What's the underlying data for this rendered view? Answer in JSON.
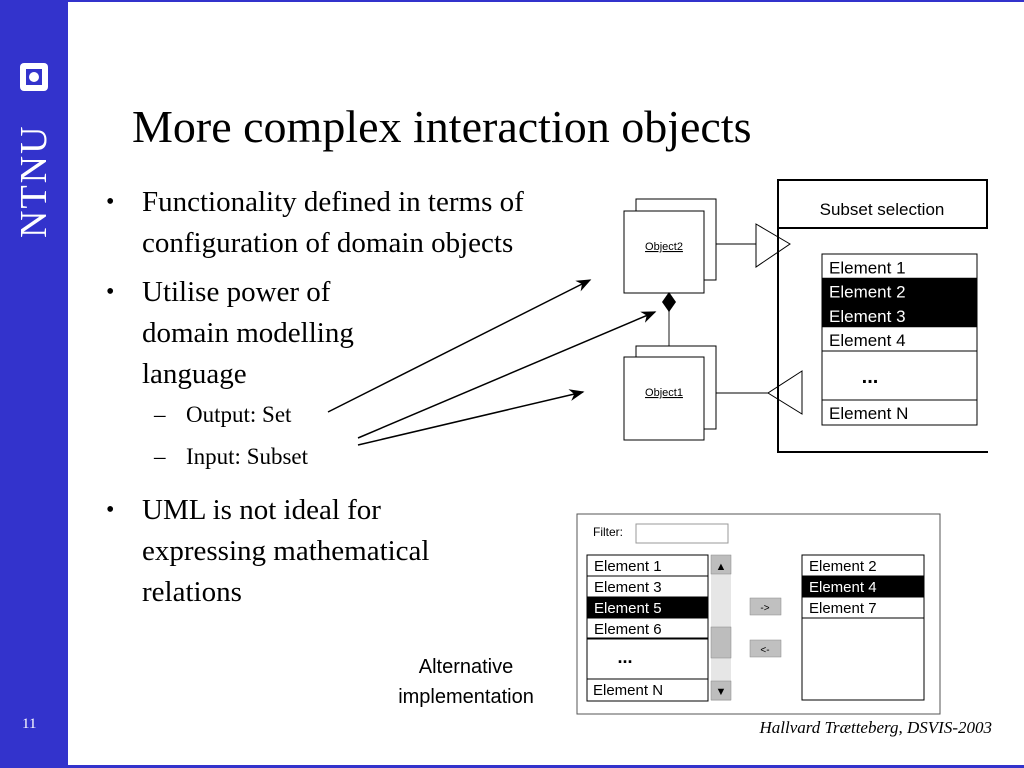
{
  "sidebar": {
    "brand": "NTNU",
    "slide_number": "11"
  },
  "slide": {
    "title": "More complex interaction objects",
    "bullets": [
      {
        "lines": [
          "Functionality defined in terms of",
          "configuration of domain objects"
        ]
      },
      {
        "lines": [
          "Utilise power of",
          "domain modelling",
          "language"
        ],
        "subitems": [
          "Output: Set",
          "Input: Subset"
        ]
      },
      {
        "lines": [
          "UML is not ideal for",
          "expressing mathematical",
          "relations"
        ]
      }
    ],
    "footer": "Hallvard Trætteberg, DSVIS-2003"
  },
  "uml": {
    "object2": "Object2",
    "object1": "Object1",
    "component_title": "Subset selection",
    "list_items": [
      {
        "label": "Element 1",
        "selected": false
      },
      {
        "label": "Element 2",
        "selected": true
      },
      {
        "label": "Element 3",
        "selected": true
      },
      {
        "label": "Element 4",
        "selected": false
      }
    ],
    "ellipsis": "...",
    "last_item": "Element N"
  },
  "alt_impl": {
    "caption": "Alternative implementation",
    "caption_lines": [
      "Alternative",
      "implementation"
    ],
    "filter_label": "Filter:",
    "filter_value": "",
    "left_list": [
      {
        "label": "Element 1",
        "selected": false
      },
      {
        "label": "Element 3",
        "selected": false
      },
      {
        "label": "Element 5",
        "selected": true
      },
      {
        "label": "Element 6",
        "selected": false
      }
    ],
    "left_ellipsis": "...",
    "left_last": "Element N",
    "right_list": [
      {
        "label": "Element 2",
        "selected": false
      },
      {
        "label": "Element 4",
        "selected": true
      },
      {
        "label": "Element 7",
        "selected": false
      }
    ],
    "add_button": "->",
    "remove_button": "<-",
    "scroll_up": "▲",
    "scroll_down": "▼"
  },
  "colors": {
    "brand_blue": "#3333cc",
    "selection": "#000000",
    "button_gray": "#c0c0c0",
    "scroll_track": "#e6e6e6"
  }
}
